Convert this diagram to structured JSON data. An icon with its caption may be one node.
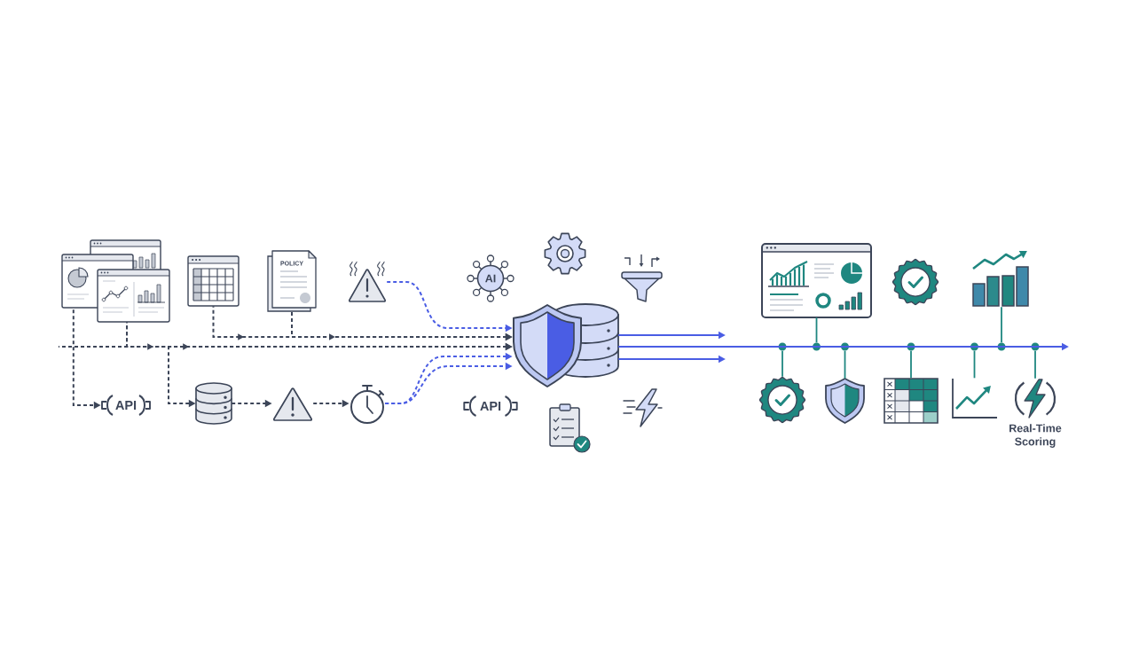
{
  "diagram": {
    "nodes": [
      {
        "text": [],
        "shape": "picture"
      },
      {
        "text": [],
        "shape": "picture"
      },
      {
        "text": [
          "POLICY"
        ]
      },
      {
        "text": [],
        "shape": "picture"
      },
      {
        "text": [
          "API"
        ]
      },
      {
        "text": [],
        "shape": "cylinder"
      },
      {
        "text": [],
        "shape": "picture"
      },
      {
        "text": [],
        "shape": "picture"
      },
      {
        "text": [],
        "shape": "picture"
      },
      {
        "text": [
          "AI"
        ]
      },
      {
        "text": [],
        "shape": "picture"
      },
      {
        "text": [],
        "shape": "picture"
      },
      {
        "text": [
          "API"
        ]
      },
      {
        "text": [],
        "shape": "picture"
      },
      {
        "text": [],
        "shape": "picture"
      },
      {
        "text": [],
        "shape": "picture"
      },
      {
        "text": [],
        "shape": "picture"
      },
      {
        "text": [],
        "shape": "picture"
      },
      {
        "text": [],
        "shape": "picture"
      },
      {
        "text": [],
        "shape": "picture"
      },
      {
        "text": [],
        "shape": "picture"
      },
      {
        "text": [],
        "shape": "picture"
      },
      {
        "text": [],
        "shape": "picture",
        "beside": [
          "Real-Time Scoring"
        ]
      },
      {
        "text": [],
        "shape": "circle"
      },
      {
        "text": [],
        "shape": "circle"
      },
      {
        "text": [],
        "shape": "circle"
      },
      {
        "text": [],
        "shape": "circle"
      },
      {
        "text": [],
        "shape": "circle"
      },
      {
        "text": [],
        "shape": "circle"
      },
      {
        "text": [],
        "shape": "circle"
      }
    ],
    "edges": [
      {
        "from": 0,
        "to": 4,
        "arrow": "to",
        "style": "dashed"
      },
      {
        "from": null,
        "to": 8,
        "arrow": "to",
        "style": "dashed"
      },
      {
        "from": 0,
        "to": 8,
        "arrow": "to",
        "style": "dashed"
      },
      {
        "from": 0,
        "to": 5,
        "arrow": "to",
        "style": "dashed"
      },
      {
        "from": 1,
        "to": 8,
        "arrow": "to",
        "style": "dashed"
      },
      {
        "from": 2,
        "to": 8,
        "arrow": "to",
        "style": "dashed"
      },
      {
        "from": 3,
        "to": 8,
        "arrow": "to",
        "style": "dashed",
        "color": "#4a5de4"
      },
      {
        "from": 5,
        "to": 6,
        "arrow": "to",
        "style": "dashed"
      },
      {
        "from": 6,
        "to": 7,
        "arrow": "to",
        "style": "dashed"
      },
      {
        "from": 7,
        "to": 8,
        "arrow": "to",
        "style": "dashed",
        "color": "#4a5de4"
      },
      {
        "from": 7,
        "to": 8,
        "arrow": "to",
        "style": "dashed",
        "color": "#4a5de4"
      },
      {
        "from": 8,
        "to": null,
        "arrow": "to",
        "color": "#4a5de4"
      },
      {
        "from": 8,
        "to": null,
        "arrow": "to",
        "color": "#4a5de4"
      },
      {
        "from": 8,
        "to": null,
        "arrow": "to",
        "color": "#4a5de4"
      },
      {
        "from": 23,
        "to": 18,
        "arrow": "none",
        "color": "#1f8780"
      },
      {
        "from": 24,
        "to": 15,
        "arrow": "none",
        "color": "#1f8780"
      },
      {
        "from": 25,
        "to": 19,
        "arrow": "none",
        "color": "#1f8780"
      },
      {
        "from": 26,
        "to": 20,
        "arrow": "none",
        "color": "#1f8780"
      },
      {
        "from": 27,
        "to": 21,
        "arrow": "none",
        "color": "#1f8780"
      },
      {
        "from": 28,
        "to": 17,
        "arrow": "none",
        "color": "#1f8780"
      },
      {
        "from": 29,
        "to": 22,
        "arrow": "none",
        "color": "#1f8780"
      }
    ]
  }
}
